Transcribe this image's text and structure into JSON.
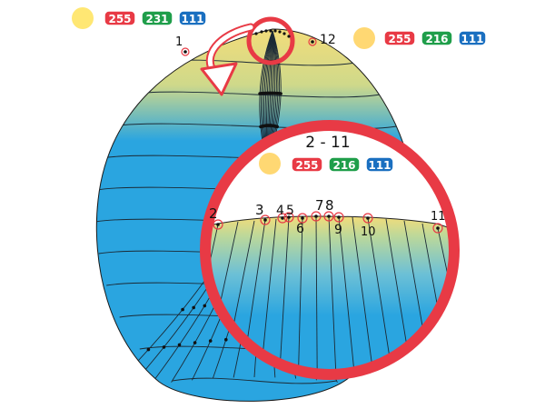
{
  "colors": {
    "globe_blue": "#2aa5e0",
    "cap_yellow": "#f2dc7a",
    "swatch_top_left": "#ffe773",
    "swatch_right": "#ffd873",
    "swatch_inset": "#ffd873",
    "red": "#e83a45",
    "green": "#1f9e4a",
    "blue": "#1a6fc0"
  },
  "globe_labels": {
    "point_1": "1",
    "point_12": "12"
  },
  "swatch_top_left": {
    "r": "255",
    "g": "231",
    "b": "111"
  },
  "swatch_right": {
    "r": "255",
    "g": "216",
    "b": "111"
  },
  "inset": {
    "title": "2 - 11",
    "swatch": {
      "r": "255",
      "g": "216",
      "b": "111"
    },
    "points": [
      "2",
      "3",
      "4",
      "5",
      "6",
      "7",
      "8",
      "9",
      "10",
      "11"
    ]
  },
  "icons": {
    "curved_arrow": "curved-arrow-icon",
    "magnifier_ring": "magnifier-ring-icon"
  }
}
